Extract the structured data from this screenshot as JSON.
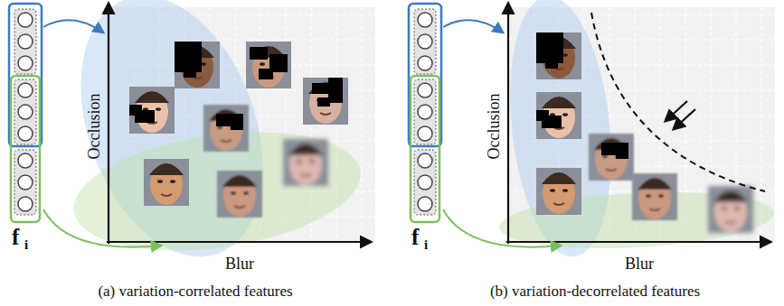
{
  "diagram": {
    "labels": [
      "f",
      "i",
      "Occlusion",
      "Blur",
      "(a) variation-correlated features",
      "f",
      "i",
      "Occlusion",
      "Blur",
      "(b) variation-decorrelated features"
    ]
  }
}
